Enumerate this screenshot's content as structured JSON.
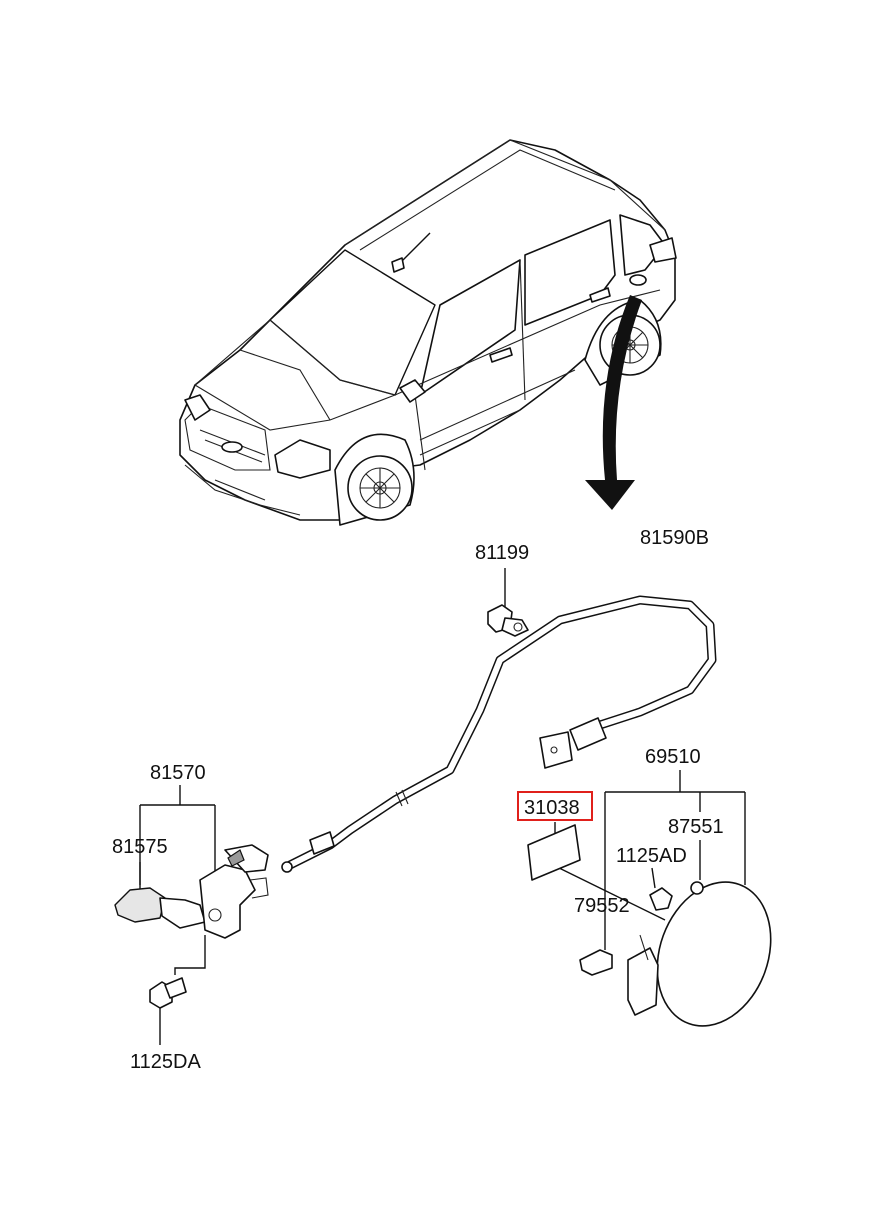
{
  "diagram": {
    "labels": {
      "cable": "81590B",
      "clip": "81199",
      "lever_assy": "81570",
      "lever_knob": "81575",
      "lever_bolt": "1125DA",
      "fuel_door": "69510",
      "label_part": "31038",
      "bumper": "87551",
      "door_bolt": "1125AD",
      "hinge": "79552"
    },
    "highlight": {
      "part": "31038",
      "color": "#e0201b"
    }
  }
}
